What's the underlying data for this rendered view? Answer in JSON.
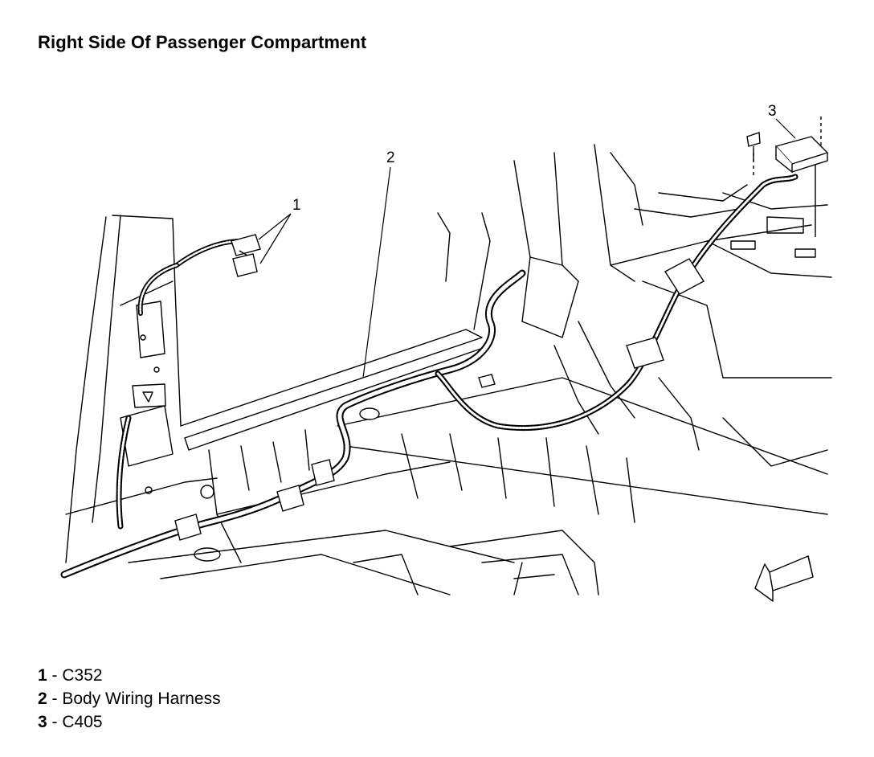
{
  "title": "Right Side Of Passenger Compartment",
  "callouts": [
    {
      "number": "1",
      "description": "C352"
    },
    {
      "number": "2",
      "description": "Body Wiring Harness"
    },
    {
      "number": "3",
      "description": "C405"
    }
  ],
  "legend_separator": " - "
}
